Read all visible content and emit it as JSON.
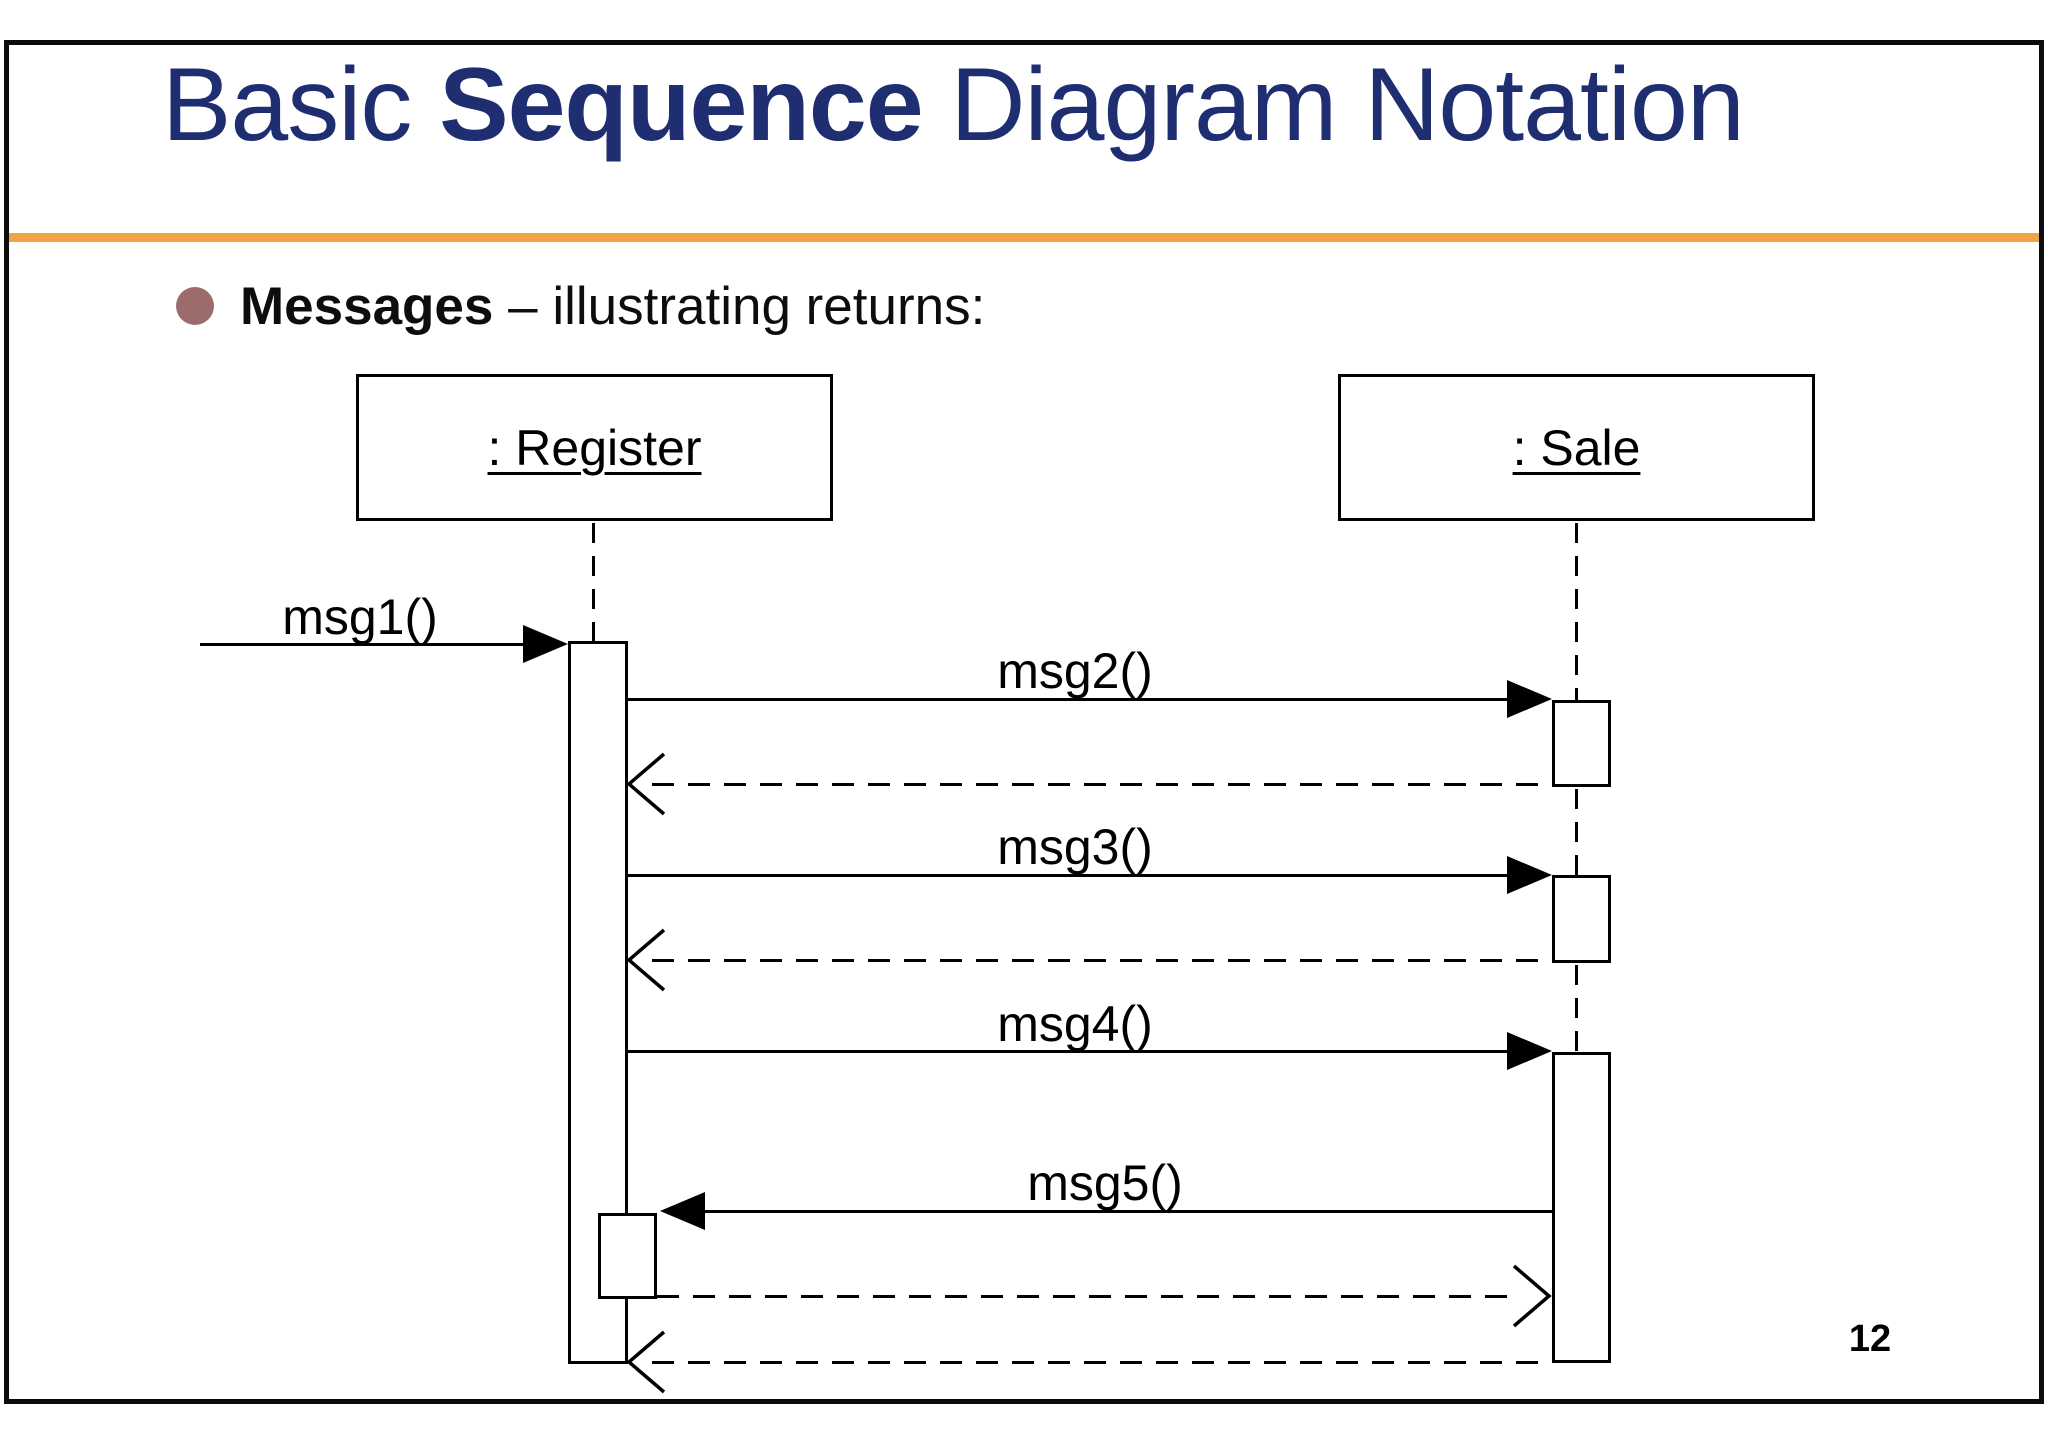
{
  "slide": {
    "title": {
      "pre": "Basic ",
      "bold": "Sequence",
      "post": " Diagram Notation"
    },
    "bullet": {
      "bold": "Messages",
      "rest": " – illustrating returns:"
    },
    "page_number": "12",
    "colors": {
      "title_text": "#1e2e71",
      "accent_rule": "#f0a245",
      "bullet_dot": "#9c6c6c",
      "diagram_lines": "#000000",
      "background": "#ffffff"
    }
  },
  "diagram": {
    "type": "uml-sequence",
    "lifelines": [
      {
        "name": ": Register"
      },
      {
        "name": ": Sale"
      }
    ],
    "messages": [
      {
        "label": "msg1()",
        "from": "external",
        "to": "Register",
        "kind": "sync-call"
      },
      {
        "label": "msg2()",
        "from": "Register",
        "to": "Sale",
        "kind": "sync-call",
        "has_dashed_return": true
      },
      {
        "label": "msg3()",
        "from": "Register",
        "to": "Sale",
        "kind": "sync-call",
        "has_dashed_return": true
      },
      {
        "label": "msg4()",
        "from": "Register",
        "to": "Sale",
        "kind": "sync-call",
        "has_dashed_return": true
      },
      {
        "label": "msg5()",
        "from": "Sale",
        "to": "Register",
        "kind": "sync-call",
        "has_dashed_return": true
      }
    ],
    "final_return": {
      "from": "Sale",
      "to": "Register",
      "kind": "dashed-return"
    }
  }
}
